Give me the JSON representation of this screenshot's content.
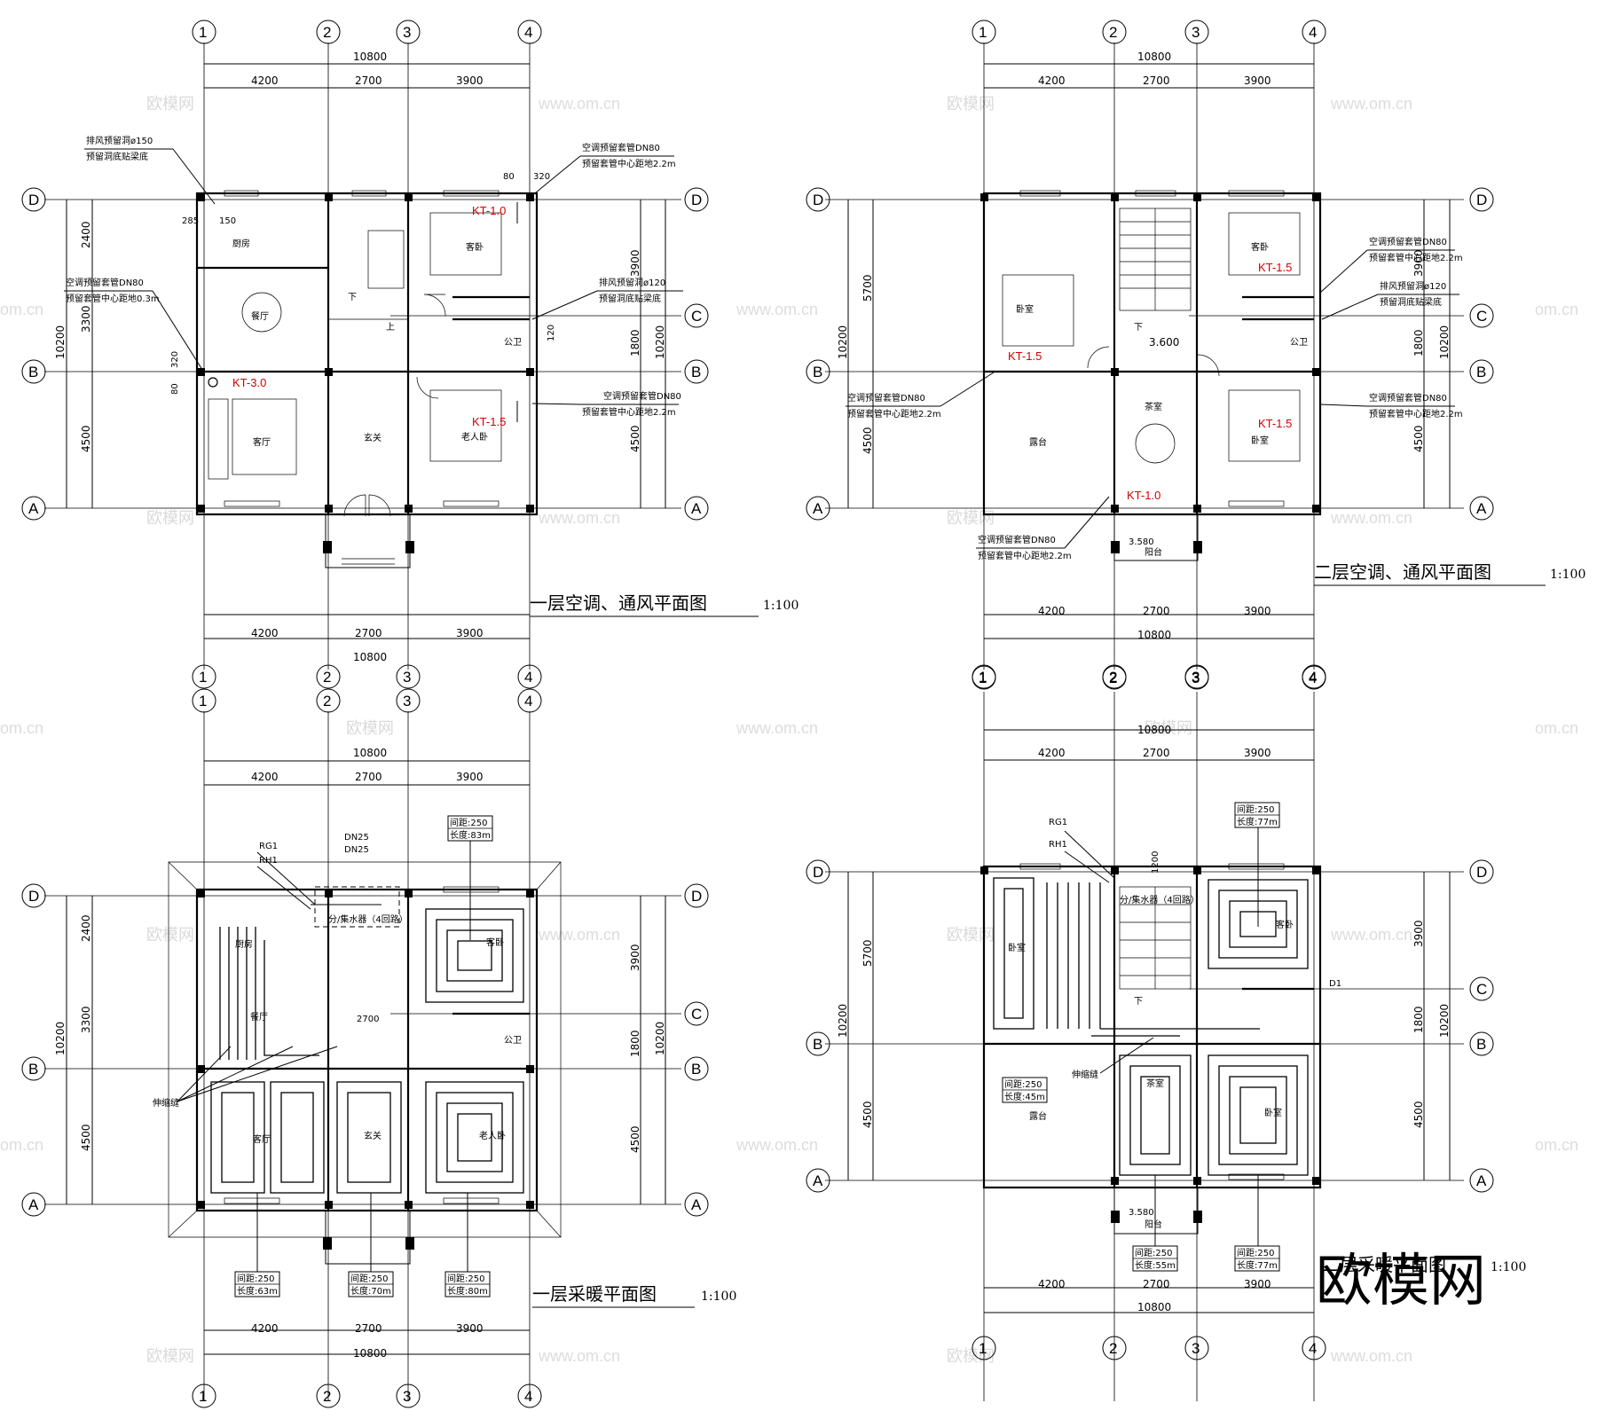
{
  "watermark": {
    "logo": "欧模网",
    "url": "www.om.cn",
    "url_short": "om.cn"
  },
  "axes": {
    "columns": [
      "1",
      "2",
      "3",
      "4"
    ],
    "rows": [
      "D",
      "C",
      "B",
      "A"
    ]
  },
  "dims": {
    "total": "10800",
    "bays": [
      "4200",
      "2700",
      "3900"
    ],
    "total_v": "10200",
    "left_v_1f": [
      "2400",
      "3300",
      "4500"
    ],
    "right_v_1f": [
      "3900",
      "1800",
      "4500"
    ],
    "left_v_2f": [
      "5700",
      "4500"
    ],
    "right_v_2f": [
      "3900",
      "1800",
      "4500"
    ]
  },
  "plan1": {
    "title": "一层空调、通风平面图",
    "scale": "1:100",
    "rooms": {
      "kitchen": "厨房",
      "dining": "餐厅",
      "living": "客厅",
      "foyer": "玄关",
      "guest": "客卧",
      "elder": "老人卧",
      "toilet": "公卫",
      "up": "上",
      "down": "下"
    },
    "units": {
      "kt_guest": "KT-1.0",
      "kt_elder": "KT-1.5",
      "kt_living": "KT-3.0"
    },
    "notes": {
      "ex150_a": "排风预留洞ø150",
      "ex150_b": "预留洞底贴梁底",
      "ac_a": "空调预留套管DN80",
      "ac_b": "预留套管中心距地2.2m",
      "ac_low_b": "预留套管中心距地0.3m",
      "ex120_a": "排风预留洞ø120",
      "ex120_b": "预留洞底贴梁底",
      "d285": "285",
      "d150": "150",
      "d80": "80",
      "d320": "320",
      "d120": "120"
    }
  },
  "plan2": {
    "title": "二层空调、通风平面图",
    "scale": "1:100",
    "rooms": {
      "bed_a": "卧室",
      "bed_b": "卧室",
      "guest": "客卧",
      "tea": "茶室",
      "terrace": "露台",
      "balcony": "阳台",
      "toilet": "公卫",
      "down": "下"
    },
    "units": {
      "kt_guest": "KT-1.5",
      "kt_bed": "KT-1.5",
      "kt_right": "KT-1.5",
      "kt_tea": "KT-1.0"
    },
    "levels": {
      "floor": "3.600",
      "balcony": "3.580"
    },
    "notes": {
      "ac_a": "空调预留套管DN80",
      "ac_b": "预留套管中心距地2.2m",
      "ex120_a": "排风预留洞ø120",
      "ex120_b": "预留洞底贴梁底"
    }
  },
  "plan3": {
    "title": "一层采暖平面图",
    "scale": "1:100",
    "rooms": {
      "kitchen": "厨房",
      "dining": "餐厅",
      "living": "客厅",
      "foyer": "玄关",
      "guest": "客卧",
      "elder": "老人卧",
      "toilet": "公卫"
    },
    "labels": {
      "rg": "RG1",
      "rh": "RH1",
      "dn1": "DN25",
      "dn2": "DN25",
      "manifold": "分/集水器（4回路）",
      "joint": "伸缩缝",
      "dim": "2700"
    },
    "loops": [
      {
        "spacing": "间距:250",
        "length": "长度:83m"
      },
      {
        "spacing": "间距:250",
        "length": "长度:63m"
      },
      {
        "spacing": "间距:250",
        "length": "长度:70m"
      },
      {
        "spacing": "间距:250",
        "length": "长度:80m"
      }
    ]
  },
  "plan4": {
    "title": "二层采暖平面图",
    "scale": "1:100",
    "rooms": {
      "bed_a": "卧室",
      "tea": "茶室",
      "terrace": "露台",
      "balcony": "阳台",
      "guest": "客卧",
      "bed_b": "卧室",
      "down": "下"
    },
    "labels": {
      "rg": "RG1",
      "rh": "RH1",
      "manifold": "分/集水器（4回路）",
      "joint": "伸缩缝",
      "d1": "D1",
      "level": "3.580",
      "d1_note": "1200"
    },
    "loops": [
      {
        "spacing": "间距:250",
        "length": "长度:77m"
      },
      {
        "spacing": "间距:250",
        "length": "长度:45m"
      },
      {
        "spacing": "间距:250",
        "length": "长度:55m"
      },
      {
        "spacing": "间距:250",
        "length": "长度:77m"
      }
    ]
  }
}
